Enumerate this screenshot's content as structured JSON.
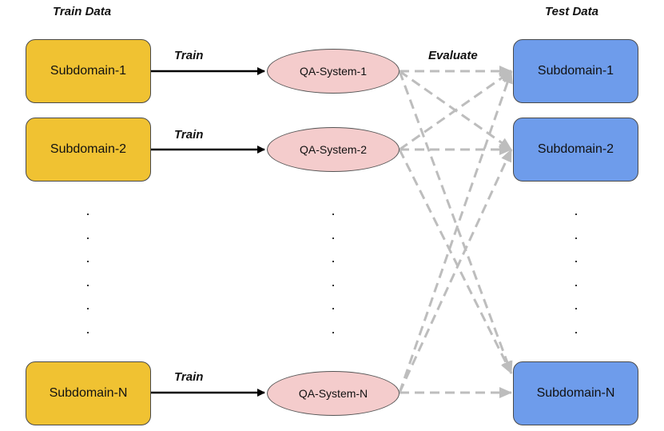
{
  "headers": {
    "train": "Train Data",
    "test": "Test Data"
  },
  "train_nodes": [
    {
      "label": "Subdomain-1"
    },
    {
      "label": "Subdomain-2"
    },
    {
      "label": "Subdomain-N"
    }
  ],
  "qa_nodes": [
    {
      "label": "QA-System-1"
    },
    {
      "label": "QA-System-2"
    },
    {
      "label": "QA-System-N"
    }
  ],
  "test_nodes": [
    {
      "label": "Subdomain-1"
    },
    {
      "label": "Subdomain-2"
    },
    {
      "label": "Subdomain-N"
    }
  ],
  "edge_labels": {
    "train_1": "Train",
    "train_2": "Train",
    "train_n": "Train",
    "evaluate": "Evaluate"
  },
  "ellipsis_glyph": "·",
  "colors": {
    "train_box": "#f0c232",
    "qa_ellipse": "#f4cccc",
    "test_box": "#6e9ceb",
    "train_arrow": "#000000",
    "evaluate_arrow": "#bdbdbd"
  }
}
